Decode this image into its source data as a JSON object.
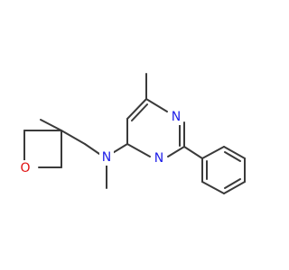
{
  "colors": {
    "background": "#ffffff",
    "bond": "#3a3a3a",
    "nitrogen": "#2020e8",
    "oxygen": "#e01010"
  },
  "atoms": {
    "n_amine": "N",
    "n_ring_top": "N",
    "n_ring_bottom": "N",
    "o_oxetane": "O"
  }
}
